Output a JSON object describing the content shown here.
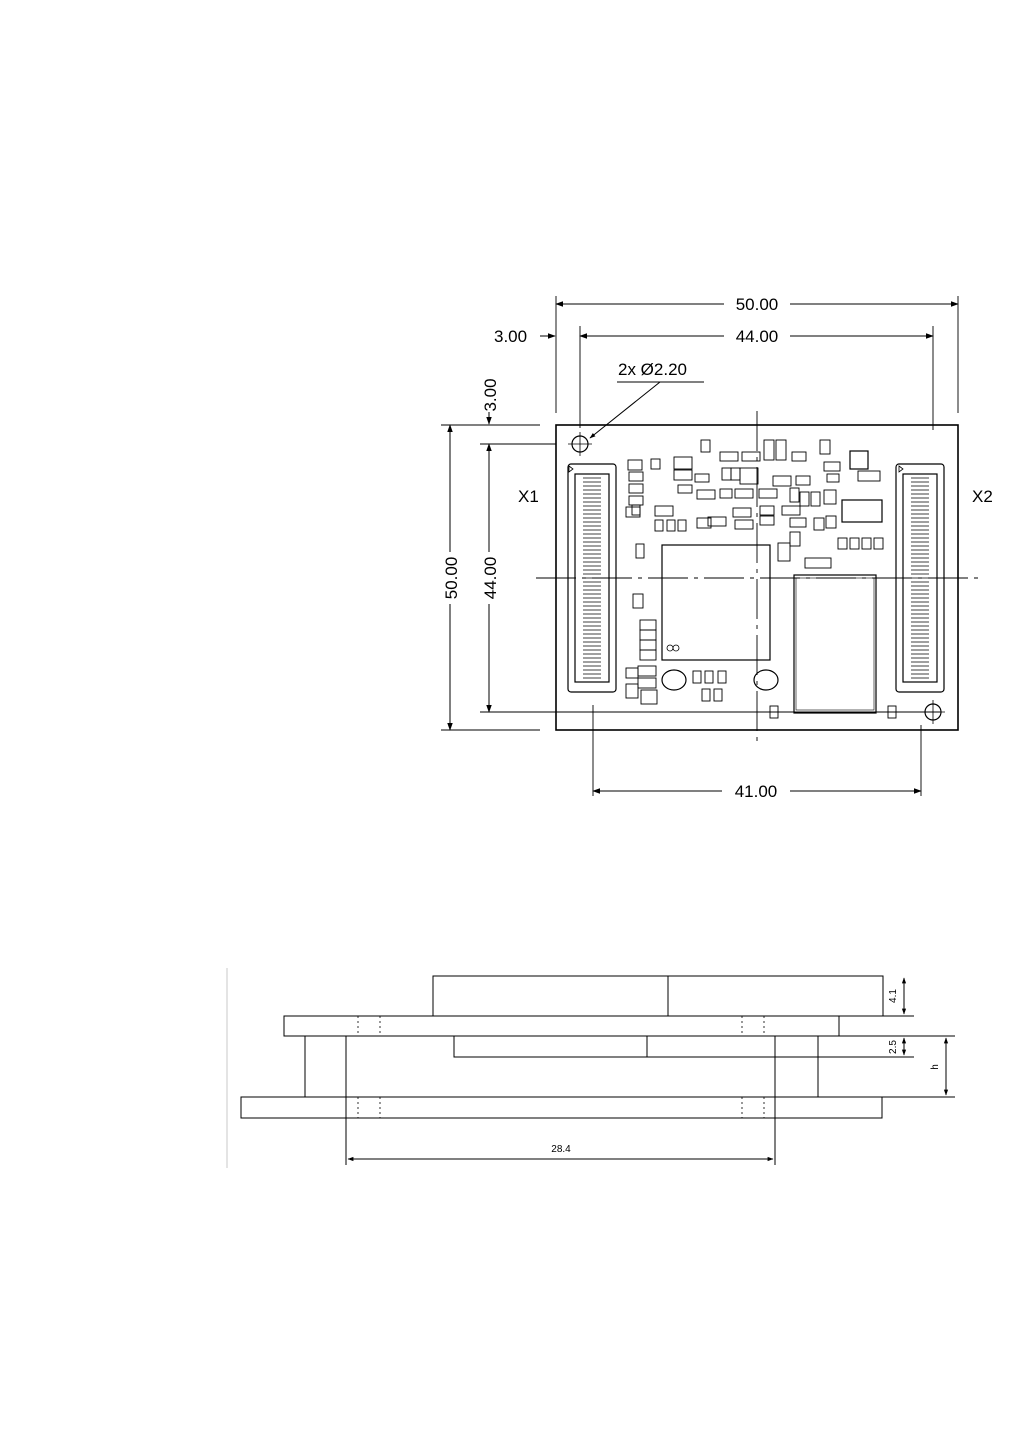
{
  "top_view": {
    "dim_width_overall": "50.00",
    "dim_width_holes": "44.00",
    "dim_edge_offset_x": "3.00",
    "dim_edge_offset_y": "3.00",
    "dim_height_overall": "50.00",
    "dim_height_holes": "44.00",
    "dim_bottom_span": "41.00",
    "hole_callout": "2x Ø2.20",
    "connector_left": "X1",
    "connector_right": "X2"
  },
  "side_view": {
    "dim_module_height": "4.1",
    "dim_component_height": "2.5",
    "dim_stack_height": "h",
    "dim_connector_span": "28.4"
  },
  "colors": {
    "line": "#000000",
    "background": "#ffffff"
  }
}
